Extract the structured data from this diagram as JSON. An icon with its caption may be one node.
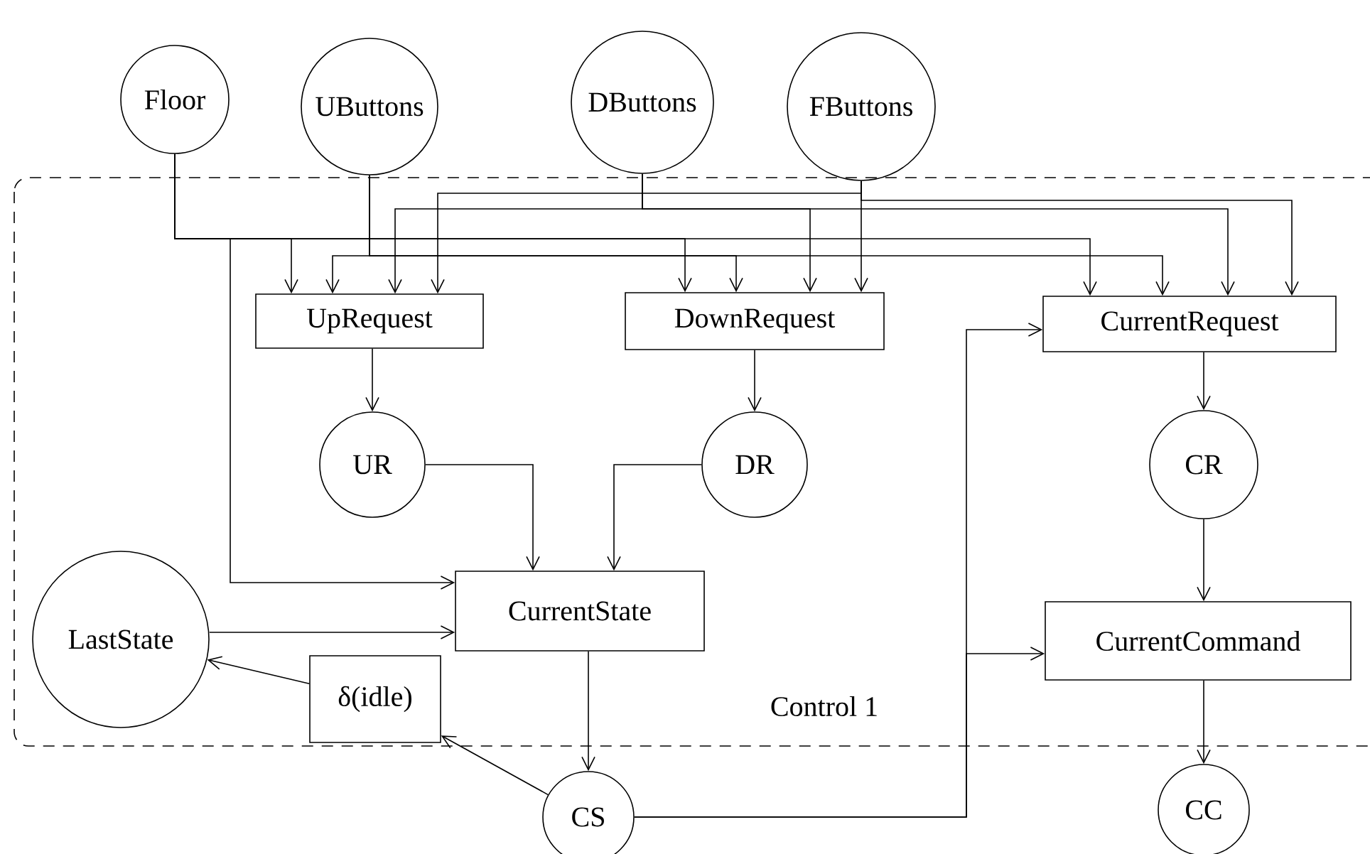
{
  "diagram": {
    "nodes": [
      {
        "text": [
          "Control 1"
        ]
      },
      {
        "text": [
          "Floor"
        ]
      },
      {
        "text": [
          "UButtons"
        ]
      },
      {
        "text": [
          "DButtons"
        ]
      },
      {
        "text": [
          "FButtons"
        ]
      },
      {
        "text": [
          "UpRequest"
        ],
        "in": 0
      },
      {
        "text": [
          "DownRequest"
        ],
        "in": 0
      },
      {
        "text": [
          "CurrentRequest"
        ],
        "in": 0
      },
      {
        "text": [
          "UR"
        ],
        "in": 0
      },
      {
        "text": [
          "DR"
        ],
        "in": 0
      },
      {
        "text": [
          "CR"
        ],
        "in": 0
      },
      {
        "text": [
          "LastState"
        ],
        "in": 0
      },
      {
        "text": [
          "CurrentState"
        ],
        "in": 0
      },
      {
        "text": [
          "δ(idle)"
        ],
        "in": 0
      },
      {
        "text": [
          "CurrentCommand"
        ],
        "in": 0
      },
      {
        "text": [
          "CS"
        ]
      },
      {
        "text": [
          "CC"
        ]
      }
    ],
    "edges": [
      {
        "from": 1,
        "to": 5,
        "arrow": "to"
      },
      {
        "from": 1,
        "to": 6,
        "arrow": "to"
      },
      {
        "from": 1,
        "to": 7,
        "arrow": "to"
      },
      {
        "from": 1,
        "to": 12,
        "arrow": "to"
      },
      {
        "from": 2,
        "to": 5,
        "arrow": "to"
      },
      {
        "from": 2,
        "to": 6,
        "arrow": "to"
      },
      {
        "from": 2,
        "to": 7,
        "arrow": "to"
      },
      {
        "from": 3,
        "to": 5,
        "arrow": "to"
      },
      {
        "from": 3,
        "to": 6,
        "arrow": "to"
      },
      {
        "from": 3,
        "to": 7,
        "arrow": "to"
      },
      {
        "from": 4,
        "to": 5,
        "arrow": "to"
      },
      {
        "from": 4,
        "to": 6,
        "arrow": "to"
      },
      {
        "from": 4,
        "to": 7,
        "arrow": "to"
      },
      {
        "from": 5,
        "to": 8,
        "arrow": "to"
      },
      {
        "from": 6,
        "to": 9,
        "arrow": "to"
      },
      {
        "from": 7,
        "to": 10,
        "arrow": "to"
      },
      {
        "from": 8,
        "to": 12,
        "arrow": "to"
      },
      {
        "from": 9,
        "to": 12,
        "arrow": "to"
      },
      {
        "from": 10,
        "to": 14,
        "arrow": "to"
      },
      {
        "from": 11,
        "to": 12,
        "arrow": "to"
      },
      {
        "from": 12,
        "to": 15,
        "arrow": "to"
      },
      {
        "from": 15,
        "to": 13,
        "arrow": "to"
      },
      {
        "from": 13,
        "to": 11,
        "arrow": "to"
      },
      {
        "from": 15,
        "to": 7,
        "arrow": "to"
      },
      {
        "from": 15,
        "to": 14,
        "arrow": "to"
      },
      {
        "from": 14,
        "to": 16,
        "arrow": "to"
      }
    ]
  }
}
